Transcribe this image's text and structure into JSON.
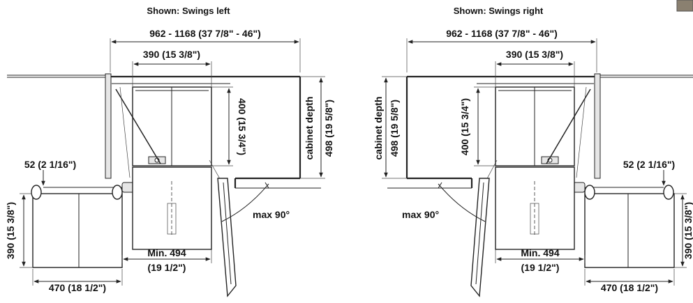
{
  "left_panel": {
    "title": "Shown: Swings left",
    "width_range": "962 - 1168 (37 7/8\" - 46\")",
    "top_width": "390 (15 3/8\")",
    "height_400": "400 (15 3/4\")",
    "cabinet_depth_line1": "cabinet depth",
    "cabinet_depth_line2": "498 (19 5/8\")",
    "offset_52": "52 (2 1/16\")",
    "height_390": "390 (15 3/8\")",
    "min_494_line1": "Min. 494",
    "min_494_line2": "(19 1/2\")",
    "max_angle": "max 90°",
    "width_470": "470 (18 1/2\")"
  },
  "right_panel": {
    "title": "Shown: Swings right",
    "width_range": "962 - 1168 (37 7/8\" - 46\")",
    "top_width": "390 (15 3/8\")",
    "height_400": "400 (15 3/4\")",
    "cabinet_depth_line1": "cabinet depth",
    "cabinet_depth_line2": "498 (19 5/8\")",
    "offset_52": "52 (2 1/16\")",
    "height_390": "390 (15 3/8\")",
    "min_494_line1": "Min. 494",
    "min_494_line2": "(19 1/2\")",
    "max_angle": "max 90°",
    "width_470": "470 (18 1/2\")"
  }
}
